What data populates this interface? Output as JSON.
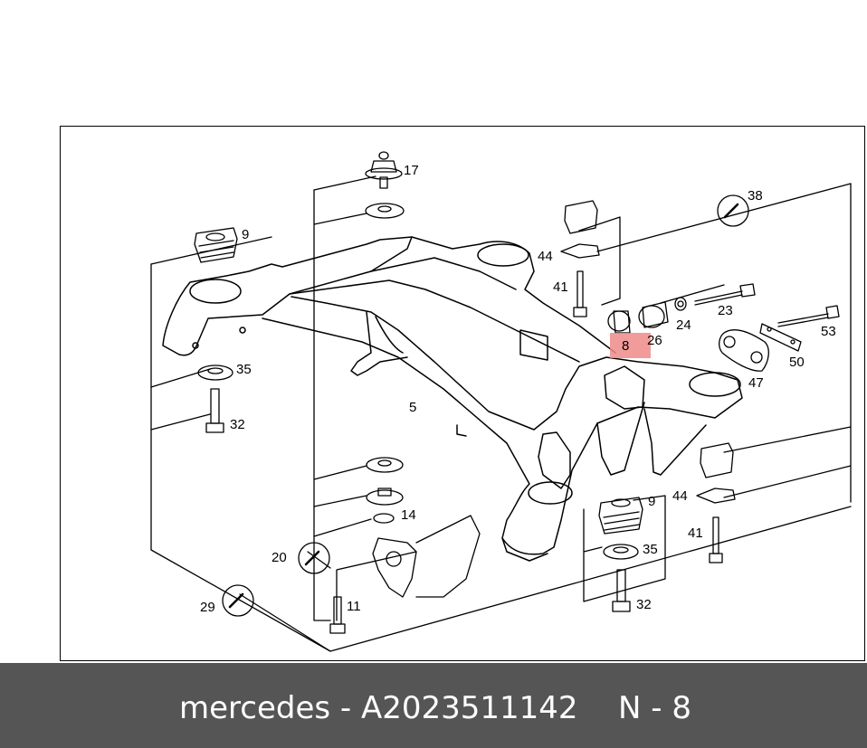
{
  "callouts": {
    "c5": "5",
    "c8": "8",
    "c9a": "9",
    "c9b": "9",
    "c11": "11",
    "c14": "14",
    "c17": "17",
    "c20": "20",
    "c23": "23",
    "c24": "24",
    "c26": "26",
    "c29": "29",
    "c32a": "32",
    "c32b": "32",
    "c35a": "35",
    "c35b": "35",
    "c38": "38",
    "c41a": "41",
    "c41b": "41",
    "c44a": "44",
    "c44b": "44",
    "c47": "47",
    "c50": "50",
    "c53": "53"
  },
  "highlighted_callout": "8",
  "highlight_color": "#f08a8a",
  "footer": {
    "part_text": "mercedes - A2023511142",
    "position_text": "N - 8",
    "background_color": "#555555"
  }
}
